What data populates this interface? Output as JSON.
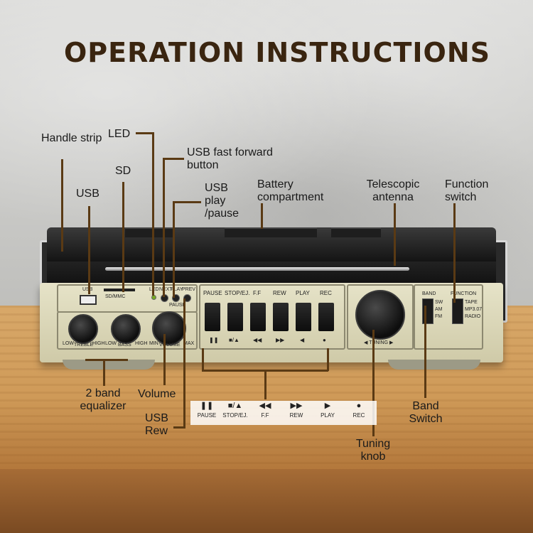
{
  "title": "OPERATION INSTRUCTIONS",
  "labels": {
    "handle_strip": "Handle strip",
    "led": "LED",
    "usb_fast_forward": "USB fast forward button",
    "sd": "SD",
    "usb": "USB",
    "usb_play_pause": "USB play /pause",
    "battery": "Battery compartment",
    "telescopic_antenna": "Telescopic antenna",
    "function_switch": "Function switch",
    "two_band_equalizer": "2 band equalizer",
    "volume": "Volume",
    "usb_rew": "USB Rew",
    "band_switch": "Band Switch",
    "tuning_knob": "Tuning knob"
  },
  "radio": {
    "usb_port": "USB",
    "sd_slot": "SD/MMC",
    "led_buttons": [
      "LED",
      "NEXT",
      "PLAY",
      "PREV"
    ],
    "led_sub": "PAUSE",
    "knobs": [
      {
        "name": "TREBLE",
        "low": "LOW",
        "high": "HIGH"
      },
      {
        "name": "BASS",
        "low": "LOW",
        "high": "HIGH"
      },
      {
        "name": "VOLUME",
        "low": "MIN",
        "high": "MAX"
      }
    ],
    "tape_keys": [
      "PAUSE",
      "STOP/EJ.",
      "F.F",
      "REW",
      "PLAY",
      "REC"
    ],
    "tape_icons": [
      "❚❚",
      "■/▲",
      "◀◀",
      "▶▶",
      "◀",
      "●"
    ],
    "tuning": "◀ TUNING ▶",
    "band": {
      "title": "BAND",
      "options": [
        "SW",
        "AM",
        "FM"
      ]
    },
    "function": {
      "title": "FUNCTION",
      "options": [
        "TAPE",
        "MP3.07",
        "RADIO"
      ]
    }
  },
  "strip": {
    "icons": [
      "❚❚",
      "■/▲",
      "◀◀",
      "▶▶",
      "▶",
      "●"
    ],
    "labels": [
      "PAUSE",
      "STOP/EJ.",
      "F.F",
      "REW",
      "PLAY",
      "REC"
    ]
  }
}
